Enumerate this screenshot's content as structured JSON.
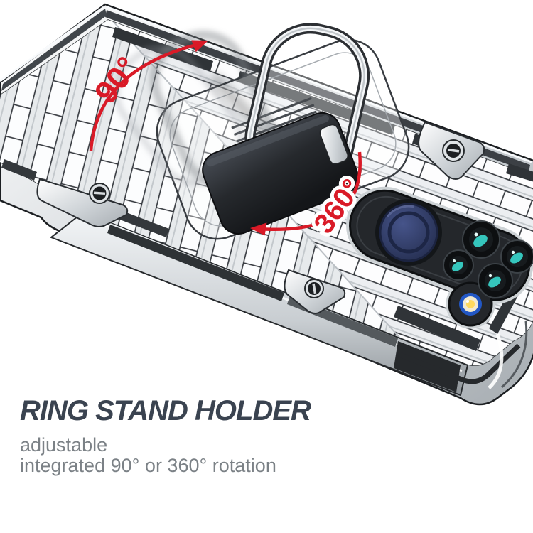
{
  "annotations": {
    "rotation_90": "90°",
    "rotation_360": "360°",
    "arrow_color": "#d91a27"
  },
  "caption": {
    "title": "RING STAND HOLDER",
    "line1": "adjustable",
    "line2": "integrated 90° or 360° rotation",
    "title_color": "#3a4350",
    "text_color": "#7b8186"
  },
  "palette": {
    "background": "#ffffff",
    "case_silver_light": "#fbfcfd",
    "case_silver_mid": "#d7dadd",
    "case_silver_dark": "#9aa0a5",
    "trim_dark": "#33373b",
    "outline_dark": "#1c1f22",
    "ring_pad_black": "#232629",
    "camera_circle_navy": "#2c3658",
    "lens_teal": "#35c6bd",
    "flash_ring_blue": "#2257c5",
    "flash_center_warm": "#ffd95e"
  }
}
